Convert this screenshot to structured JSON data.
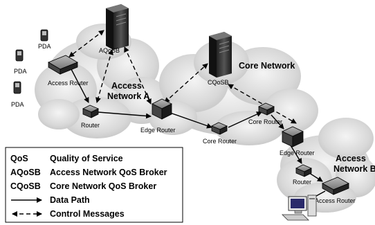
{
  "nodes": {
    "pda_1": "PDA",
    "pda_2": "PDA",
    "pda_3": "PDA",
    "access_router_a": "Access Router",
    "router_a": "Router",
    "aqosb": "AQoSB",
    "edge_router_a": "Edge Router",
    "cqosb": "CQoSB",
    "core_router_1": "Core Router",
    "core_router_2": "Core Router",
    "edge_router_b": "Edge Router",
    "router_b": "Router",
    "access_router_b": "Access Router"
  },
  "regions": {
    "access_network_a_line1": "Access",
    "access_network_a_line2": "Network A",
    "core_network": "Core Network",
    "access_network_b_line1": "Access",
    "access_network_b_line2": "Network B"
  },
  "legend": {
    "rows": [
      {
        "abbr": "QoS",
        "desc": "Quality of Service"
      },
      {
        "abbr": "AQoSB",
        "desc": "Access Network QoS Broker"
      },
      {
        "abbr": "CQoSB",
        "desc": "Core Network QoS Broker"
      },
      {
        "abbr": "",
        "desc": "Data Path"
      },
      {
        "abbr": "",
        "desc": "Control Messages"
      }
    ]
  }
}
